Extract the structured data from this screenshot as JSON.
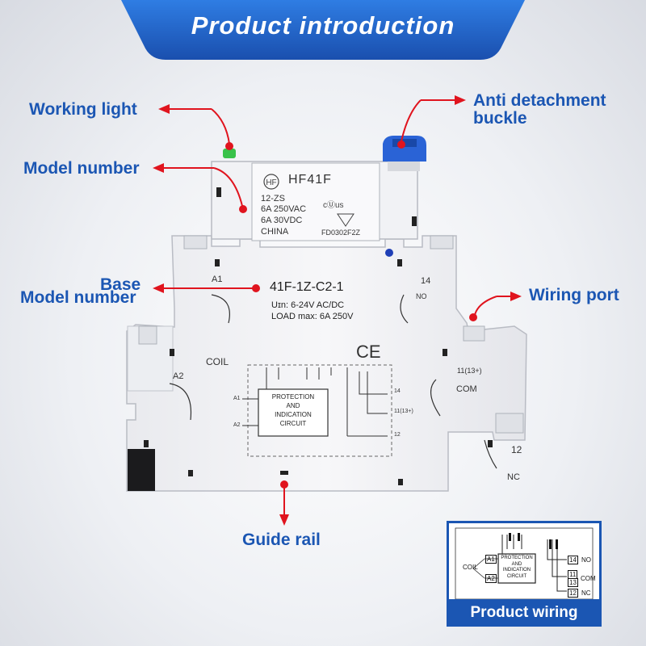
{
  "title": "Product introduction",
  "callouts": {
    "working_light": "Working light",
    "model_number": "Model number",
    "base_model_line1": "Base",
    "base_model_line2": "Model number",
    "anti_detach_line1": "Anti detachment",
    "anti_detach_line2": "buckle",
    "wiring_port": "Wiring port",
    "guide_rail": "Guide rail"
  },
  "relay": {
    "model": "HF41F",
    "line1": "12-ZS",
    "line2": "6A 250VAC",
    "line3": "6A 30VDC",
    "line4": "CHINA",
    "cert": "FD0302F2Z"
  },
  "base": {
    "model": "41F-1Z-C2-1",
    "uin": "Uɪn: 6-24V AC/DC",
    "load": "LOAD max: 6A 250V",
    "ce": "CE",
    "circuit": [
      "PROTECTION",
      "AND",
      "INDICATION",
      "CIRCUIT"
    ],
    "terminals": {
      "a1": "A1",
      "a2": "A2",
      "coil": "COIL",
      "t14": "14",
      "no": "NO",
      "t11": "11(13+)",
      "com": "COM",
      "t12": "12",
      "nc": "NC"
    },
    "schematic_labels": {
      "a1": "A1",
      "a2": "A2",
      "t14": "14",
      "t11": "11(13+)",
      "t12": "12"
    }
  },
  "wiring": {
    "caption": "Product wiring",
    "coil": "COIL",
    "a1": "A1",
    "a2": "A2",
    "circuit": [
      "PROTECTION",
      "AND",
      "INDICATION",
      "CIRCUIT"
    ],
    "t14": "14",
    "no": "NO",
    "t11": "11",
    "t13": "13",
    "com": "COM",
    "t12": "12",
    "nc": "NC"
  },
  "colors": {
    "brand_blue": "#1b56b3",
    "arrow_red": "#e0141e",
    "led_green": "#39c24a",
    "buckle_blue": "#2a63d6"
  }
}
